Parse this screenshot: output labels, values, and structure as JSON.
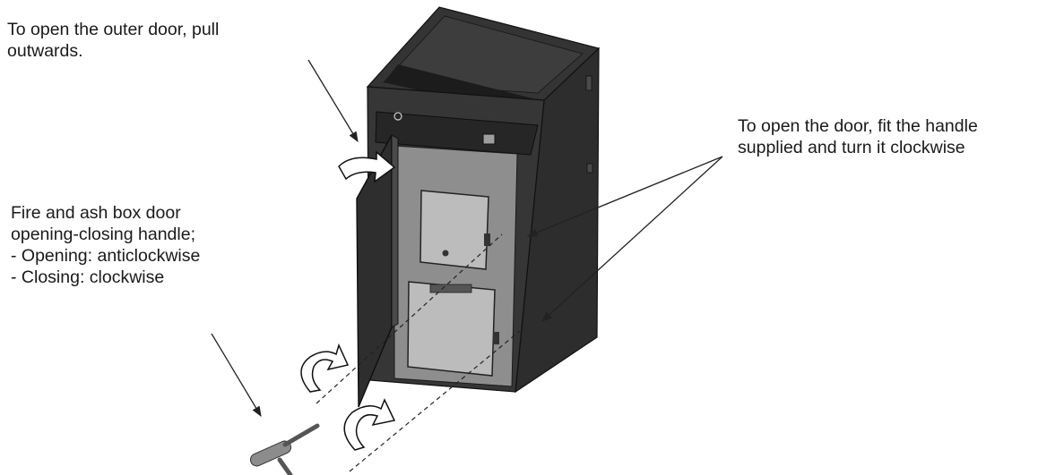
{
  "annotations": {
    "outer_door": {
      "line1": "To open the outer door, pull",
      "line2": "outwards."
    },
    "door_handle": {
      "line1": "To open the door, fit the handle",
      "line2": "supplied and turn it clockwise"
    },
    "fire_ash": {
      "line1": "Fire and ash box door",
      "line2": "opening-closing handle;",
      "line3": "- Opening: anticlockwise",
      "line4": "- Closing: clockwise"
    }
  },
  "colors": {
    "body_dark": "#2b2b2b",
    "body_mid": "#3a3a3a",
    "panel": "#9a9a9a",
    "door_plate": "#b9b9b9",
    "outline": "#111111"
  }
}
